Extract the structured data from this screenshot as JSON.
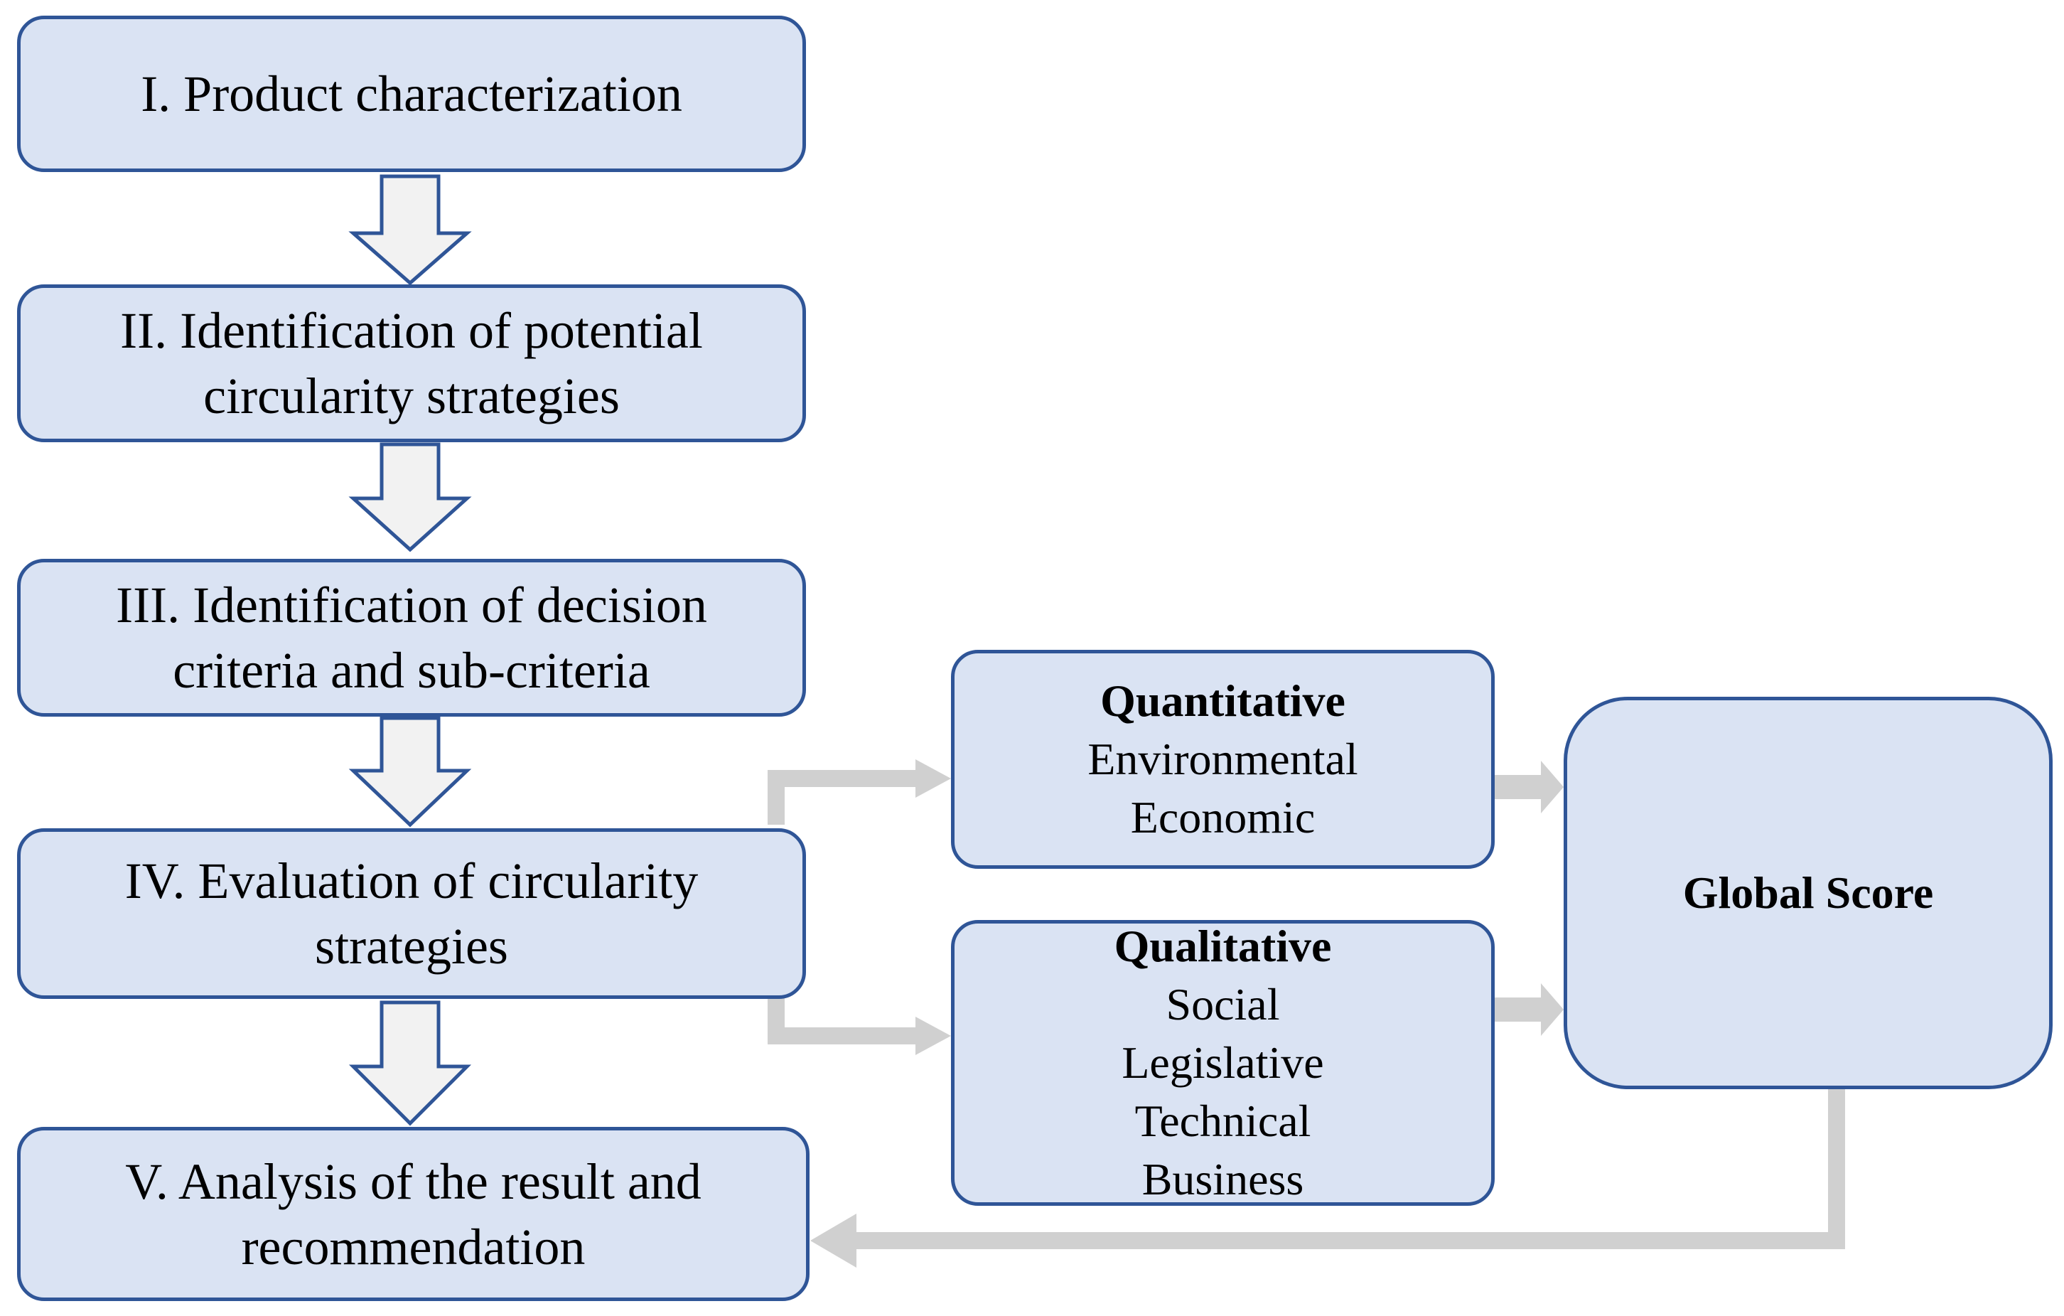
{
  "steps": [
    {
      "lines": [
        "I. Product characterization"
      ]
    },
    {
      "lines": [
        "II. Identification of potential",
        "circularity strategies"
      ]
    },
    {
      "lines": [
        "III. Identification of decision",
        "criteria and sub-criteria"
      ]
    },
    {
      "lines": [
        "IV. Evaluation of circularity",
        "strategies"
      ]
    },
    {
      "lines": [
        "V. Analysis of the result and",
        "recommendation"
      ]
    }
  ],
  "quantitative": {
    "heading": "Quantitative",
    "items": [
      "Environmental",
      "Economic"
    ]
  },
  "qualitative": {
    "heading": "Qualitative",
    "items": [
      "Social",
      "Legislative",
      "Technical",
      "Business"
    ]
  },
  "global_score": "Global Score",
  "colors": {
    "box_fill": "#dae3f3",
    "box_border": "#2f5597",
    "connector": "#d0d0d0",
    "down_arrow_fill": "#f2f2f2"
  }
}
